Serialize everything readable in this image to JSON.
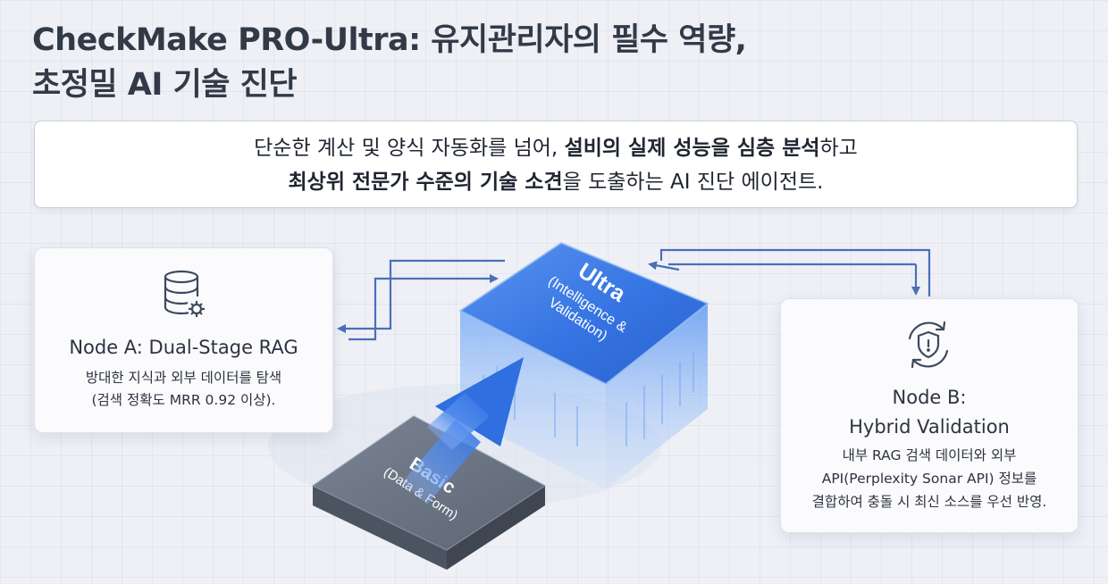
{
  "header": {
    "title_line1": "CheckMake PRO-Ultra: 유지관리자의 필수 역량,",
    "title_line2": "초정밀 AI 기술 진단"
  },
  "summary": {
    "line1_a": "단순한 계산 및 양식 자동화를 넘어, ",
    "line1_b": "설비의 실제 성능을 심층 분석",
    "line1_c": "하고",
    "line2_a": "최상위 전문가 수준의 기술 소견",
    "line2_b": "을 도출하는 AI 진단 에이전트."
  },
  "node_a": {
    "icon": "database-gear-icon",
    "title": "Node A: Dual-Stage RAG",
    "desc_line1": "방대한 지식과 외부 데이터를 탐색",
    "desc_line2": "(검색 정확도 MRR 0.92 이상)."
  },
  "node_b": {
    "icon": "shield-refresh-icon",
    "title_line1": "Node B:",
    "title_line2": "Hybrid Validation",
    "desc_line1": "내부 RAG 검색 데이터와 외부",
    "desc_line2": "API(Perplexity Sonar API) 정보를",
    "desc_line3": "결합하여 충돌 시 최신 소스를 우선 반영."
  },
  "ultra_block": {
    "label": "Ultra",
    "sub_line1": "(Intelligence &",
    "sub_line2": "Validation)"
  },
  "basic_block": {
    "label": "Basic",
    "sub": "(Data & Form)"
  },
  "colors": {
    "accent_blue": "#2f6fe0",
    "basic_gray": "#6a7282",
    "connector": "#4a6fb8"
  }
}
